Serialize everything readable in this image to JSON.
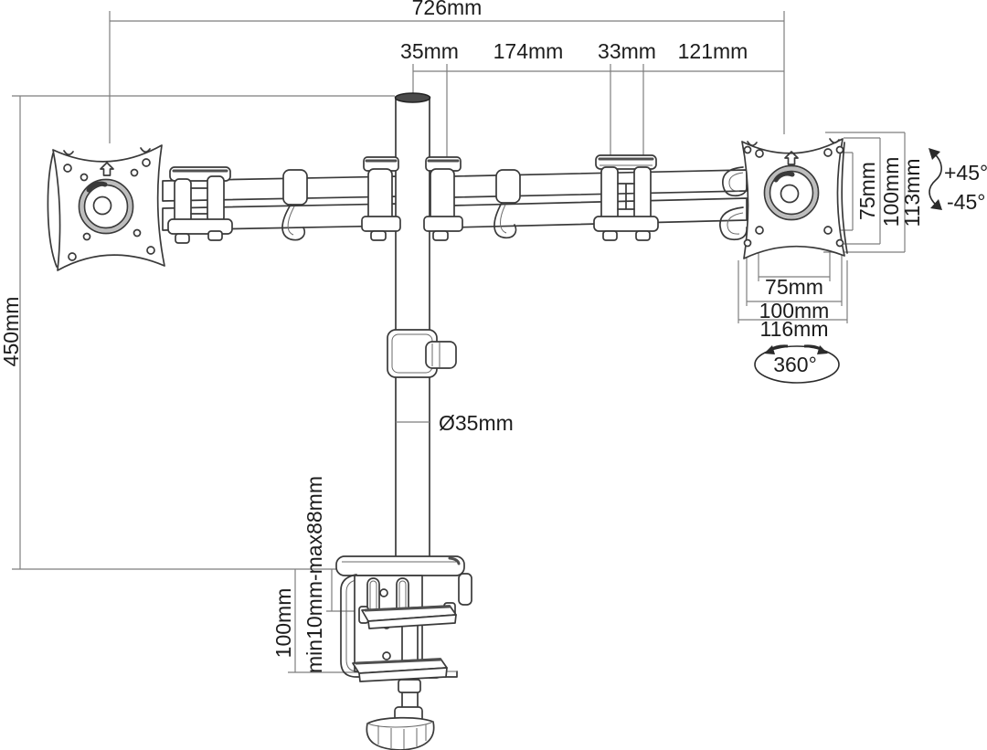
{
  "labels": {
    "total_width": "726mm",
    "seg_pole_to_joint": "35mm",
    "seg_arm": "174mm",
    "seg_elbow": "33mm",
    "seg_arm_end": "121mm",
    "column_height": "450mm",
    "pole_diameter": "Ø35mm",
    "clamp_bracket_height": "100mm",
    "desk_thickness_range": "min10mm-max88mm",
    "vesa_vertical_inner": "75mm",
    "vesa_vertical_outer": "100mm",
    "plate_height": "113mm",
    "tilt_up": "+45°",
    "tilt_down": "-45°",
    "vesa_horizontal_inner": "75mm",
    "vesa_horizontal_outer": "100mm",
    "plate_width": "116mm",
    "swivel_rotation": "360°"
  },
  "colors": {
    "background": "#ffffff",
    "drawing_line": "#3a3a3a",
    "dimension_line": "#7e7e7e",
    "label_text": "#1c1c1c",
    "dark_fill": "#4a4a4a"
  }
}
